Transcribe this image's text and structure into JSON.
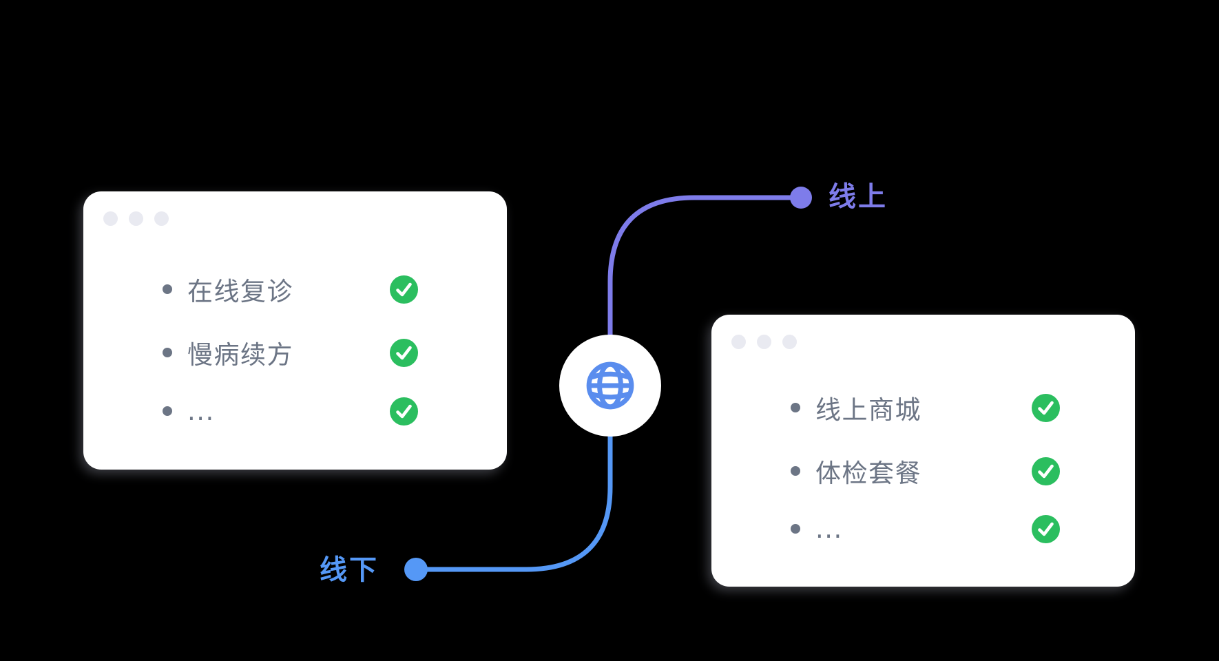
{
  "background": "#000000",
  "left_card": {
    "name": "offline-services-window",
    "items": [
      {
        "label": "在线复诊",
        "status": "checked"
      },
      {
        "label": "慢病续方",
        "status": "checked"
      },
      {
        "label": "...",
        "status": "checked"
      }
    ]
  },
  "right_card": {
    "name": "online-services-window",
    "items": [
      {
        "label": "线上商城",
        "status": "checked"
      },
      {
        "label": "体检套餐",
        "status": "checked"
      },
      {
        "label": "...",
        "status": "checked"
      }
    ]
  },
  "connectors": {
    "online": {
      "label": "线上",
      "color": "#7E7CEA"
    },
    "offline": {
      "label": "线下",
      "color": "#5598F6"
    }
  },
  "hub": {
    "icon": "globe-icon",
    "color": "#5A8DEE",
    "background": "#FFFFFF"
  },
  "colors": {
    "check_green": "#2BBE5F",
    "item_text": "#6C7585",
    "card_background": "#FFFFFF",
    "window_dot": "#E9EAF1"
  }
}
